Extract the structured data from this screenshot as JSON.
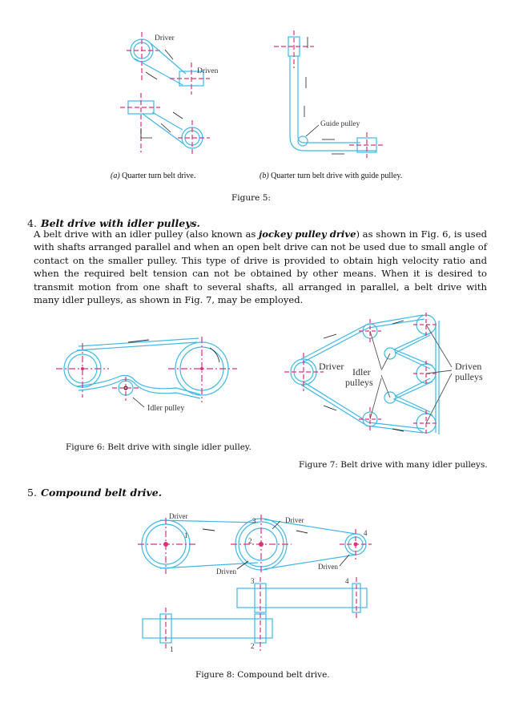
{
  "figure5": {
    "label_driver": "Driver",
    "label_driven": "Driven",
    "label_guide": "Guide pulley",
    "sub_a_letter": "(a)",
    "sub_a_text": " Quarter turn belt drive.",
    "sub_b_letter": "(b)",
    "sub_b_text": " Quarter turn belt drive with guide pulley.",
    "caption": "Figure 5:"
  },
  "section4": {
    "number": "4.",
    "title": "Belt drive with idler pulleys.",
    "para_part1": "A belt drive with an idler pulley (also known as ",
    "para_emph": "jockey pulley drive",
    "para_part2": ") as shown in Fig. 6, is used with shafts arranged parallel and when an open belt drive can not be used due to small angle of contact on the smaller pulley. This type of drive is provided to obtain high velocity ratio and when the required belt tension can not be obtained by other means. When it is desired to transmit motion from one shaft to several shafts, all arranged in parallel, a belt drive with many idler pulleys, as shown in Fig. 7, may be employed."
  },
  "figure6": {
    "label_idler": "Idler pulley",
    "caption": "Figure 6: Belt drive with single idler pulley."
  },
  "figure7": {
    "label_driver": "Driver",
    "label_idler_1": "Idler",
    "label_idler_2": "pulleys",
    "label_driven_1": "Driven",
    "label_driven_2": "pulleys",
    "caption": "Figure 7: Belt drive with many idler pulleys."
  },
  "section5": {
    "number": "5.",
    "title": "Compound belt drive."
  },
  "figure8": {
    "label_driver_left": "Driver",
    "label_driver_mid": "Driver",
    "label_driven_mid": "Driven",
    "label_driven_right": "Driven",
    "num_1": "1",
    "num_2": "2",
    "num_3": "3",
    "num_4": "4",
    "num_1b": "1",
    "num_2b": "2",
    "num_3b": "3",
    "num_4b": "4",
    "caption": "Figure 8: Compound belt drive."
  },
  "colors": {
    "belt": "#3fb8e6",
    "centerline": "#e0307a",
    "ink": "#222222"
  }
}
